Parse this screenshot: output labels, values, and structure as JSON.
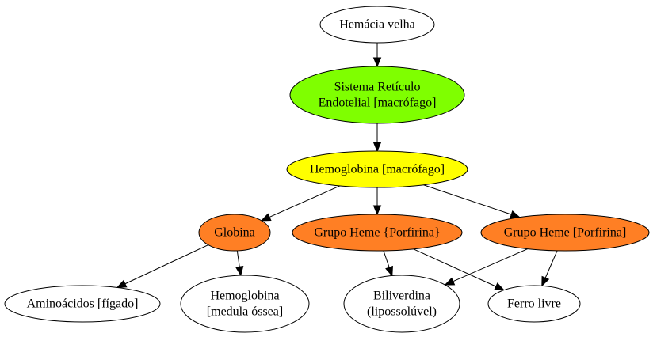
{
  "colors": {
    "white": "#ffffff",
    "green": "#7fff00",
    "yellow": "#ffff00",
    "orange": "#ff7f24",
    "stroke": "#000000"
  },
  "nodes": [
    {
      "id": "hemacia",
      "lines": [
        "Hemácia velha"
      ],
      "fill": "white"
    },
    {
      "id": "sistema",
      "lines": [
        "Sistema Retículo",
        "Endotelial [macrófago]"
      ],
      "fill": "green"
    },
    {
      "id": "hemoglobina_macrofago",
      "lines": [
        "Hemoglobina [macrófago]"
      ],
      "fill": "yellow"
    },
    {
      "id": "globina",
      "lines": [
        "Globina"
      ],
      "fill": "orange"
    },
    {
      "id": "heme1",
      "lines": [
        "Grupo Heme {Porfirina}"
      ],
      "fill": "orange"
    },
    {
      "id": "heme2",
      "lines": [
        "Grupo Heme [Porfirina]"
      ],
      "fill": "orange"
    },
    {
      "id": "aminoacidos",
      "lines": [
        "Aminoácidos [fígado]"
      ],
      "fill": "white"
    },
    {
      "id": "hemoglobina_medula",
      "lines": [
        "Hemoglobina",
        "[medula óssea]"
      ],
      "fill": "white"
    },
    {
      "id": "biliverdina",
      "lines": [
        "Biliverdina",
        "(lipossolúvel)"
      ],
      "fill": "white"
    },
    {
      "id": "ferro",
      "lines": [
        "Ferro livre"
      ],
      "fill": "white"
    }
  ],
  "edges": [
    {
      "from": "hemacia",
      "to": "sistema"
    },
    {
      "from": "sistema",
      "to": "hemoglobina_macrofago"
    },
    {
      "from": "hemoglobina_macrofago",
      "to": "globina"
    },
    {
      "from": "hemoglobina_macrofago",
      "to": "heme1"
    },
    {
      "from": "hemoglobina_macrofago",
      "to": "heme2"
    },
    {
      "from": "globina",
      "to": "aminoacidos"
    },
    {
      "from": "globina",
      "to": "hemoglobina_medula"
    },
    {
      "from": "heme1",
      "to": "biliverdina"
    },
    {
      "from": "heme1",
      "to": "ferro"
    },
    {
      "from": "heme2",
      "to": "biliverdina"
    },
    {
      "from": "heme2",
      "to": "ferro"
    }
  ]
}
